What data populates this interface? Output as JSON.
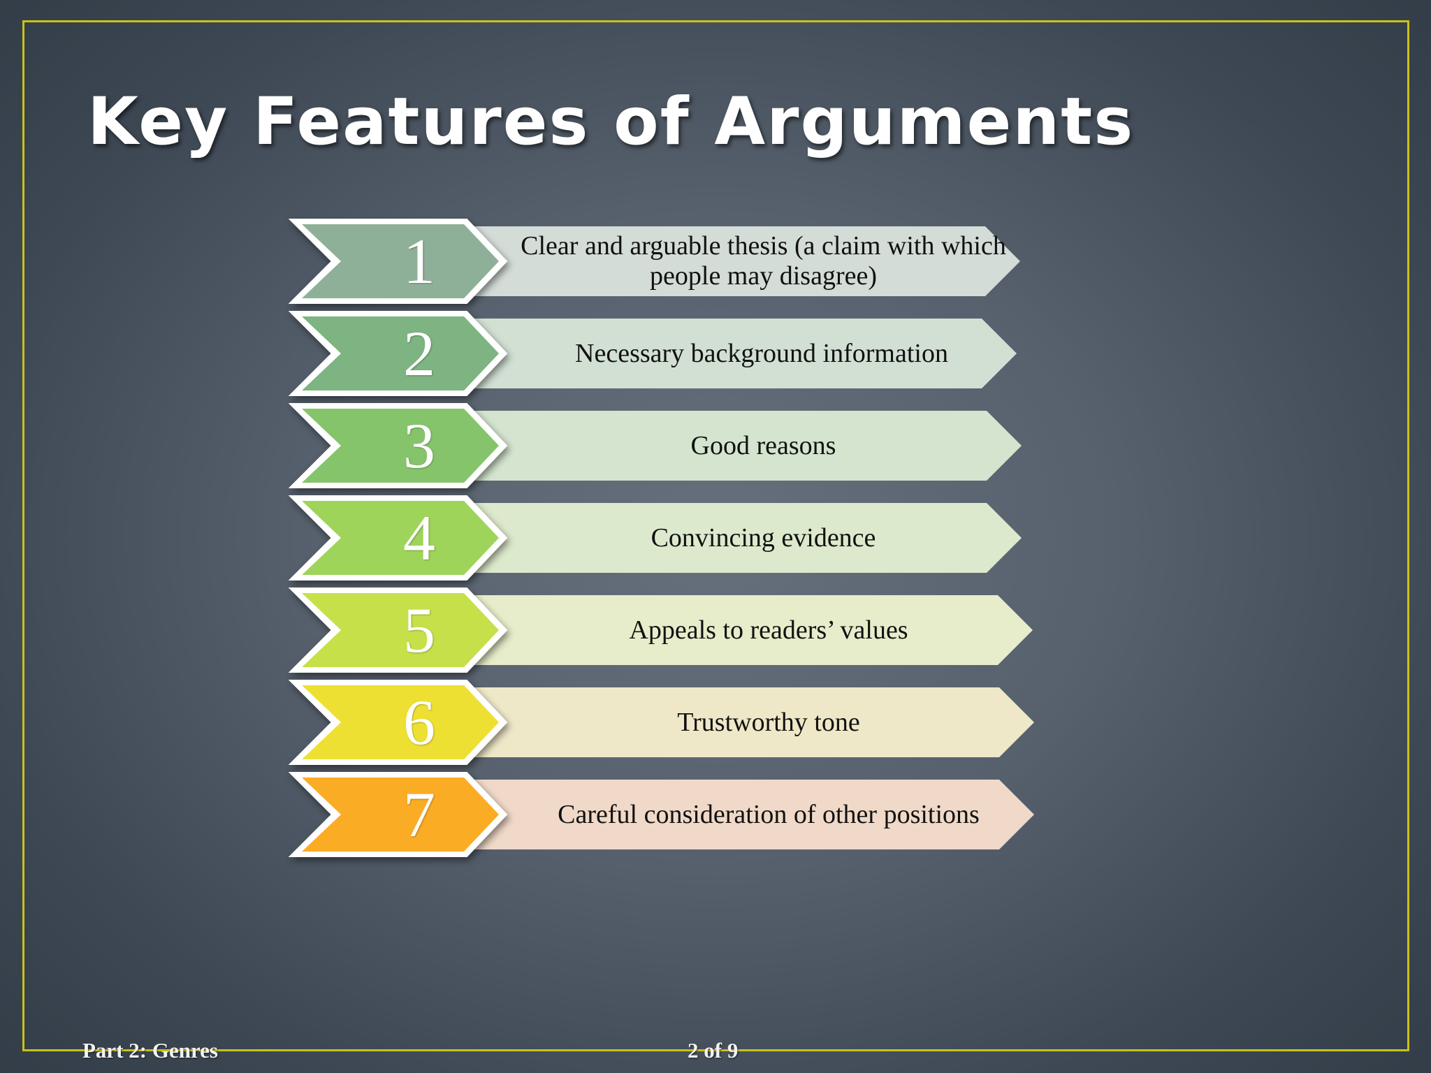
{
  "slide": {
    "title": "Key Features of Arguments",
    "footer_left": "Part 2: Genres",
    "footer_center": "2 of 9",
    "frame_color": "#c8c21a"
  },
  "steps": [
    {
      "number": "1",
      "text": "Clear and arguable thesis (a claim with which people may disagree)",
      "chevron_color": "#8fb098",
      "bar_color": "#d3dcd7"
    },
    {
      "number": "2",
      "text": "Necessary background information",
      "chevron_color": "#7db482",
      "bar_color": "#d2e0d4"
    },
    {
      "number": "3",
      "text": "Good reasons",
      "chevron_color": "#86c46b",
      "bar_color": "#d4e4cf"
    },
    {
      "number": "4",
      "text": "Convincing evidence",
      "chevron_color": "#9fd45a",
      "bar_color": "#dde9cc"
    },
    {
      "number": "5",
      "text": "Appeals to readers’ values",
      "chevron_color": "#c6e04a",
      "bar_color": "#e7edca"
    },
    {
      "number": "6",
      "text": "Trustworthy tone",
      "chevron_color": "#ede033",
      "bar_color": "#efe8c8"
    },
    {
      "number": "7",
      "text": "Careful consideration of  other positions",
      "chevron_color": "#fbac25",
      "bar_color": "#f0d9c8"
    }
  ]
}
